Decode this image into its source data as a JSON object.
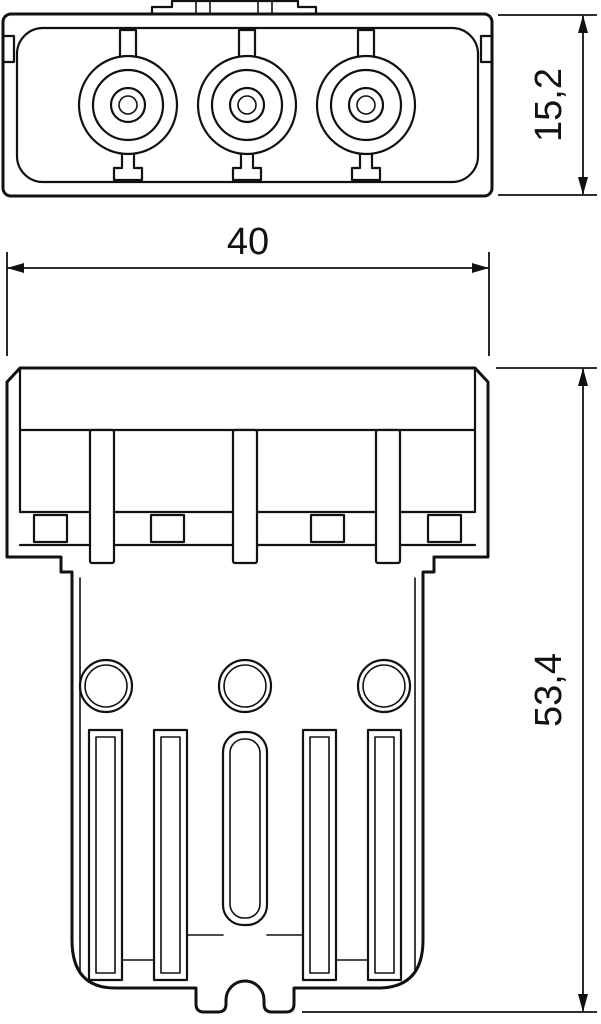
{
  "drawing": {
    "colors": {
      "line": "#111111",
      "background": "#ffffff"
    },
    "dimensions": {
      "top_view_height": "15,2",
      "front_view_width": "40",
      "front_view_height": "53,4"
    }
  }
}
